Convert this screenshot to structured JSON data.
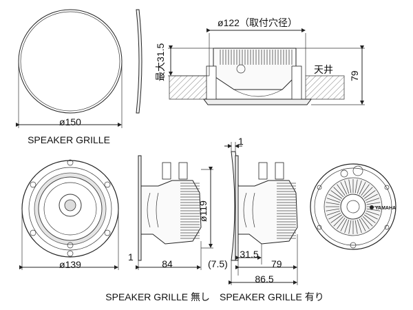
{
  "labels": {
    "grille_diameter": "ø150",
    "grille_title": "SPEAKER GRILLE",
    "cutout_diameter": "ø122（取付穴径）",
    "max_depth": "最大31.5",
    "ceiling": "天井",
    "total_height": "79",
    "thickness_1_top": "1",
    "front_diameter": "ø139",
    "body_diameter": "ø119",
    "bezel_1": "1",
    "depth_84": "84",
    "offset_7_5": "(7.5)",
    "dim_31_5": "31.5",
    "depth_79": "79",
    "depth_86_5": "86.5",
    "caption": "SPEAKER GRILLE 無し　SPEAKER GRILLE 有り",
    "brand_mark": "YAMAHA"
  }
}
